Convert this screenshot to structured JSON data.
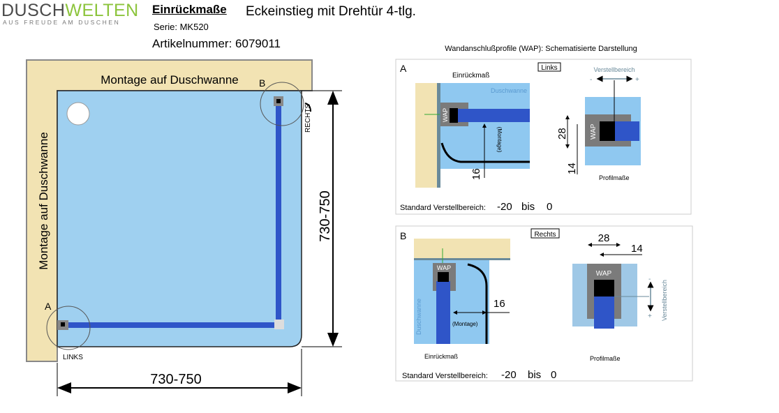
{
  "logo": {
    "brand_part1": "DUSCH",
    "brand_part2": "WELTEN",
    "tagline": "AUS FREUDE AM DUSCHEN"
  },
  "header": {
    "title": "Einrückmaße",
    "subtitle": "Eckeinstieg mit Drehtür 4-tlg.",
    "serie_label": "Serie:",
    "serie": "MK520",
    "article_label": "Artikelnummer:",
    "article": "6079011"
  },
  "main": {
    "top_wall": "Montage auf Duschwanne",
    "left_wall": "Montage auf Duschwanne",
    "corner_a": "A",
    "corner_b": "B",
    "links": "LINKS",
    "rechts": "RECHTS",
    "dim_vertical": "730-750",
    "dim_horizontal": "730-750"
  },
  "panels": {
    "heading": "Wandanschlußprofile (WAP): Schematisierte Darstellung",
    "a": {
      "letter": "A",
      "side": "Links",
      "einrueck": "Einrückmaß",
      "tray": "Duschwanne",
      "wap": "WAP",
      "montage": "(Montage)",
      "dim16": "16",
      "verstell": "Verstellbereich",
      "minus": "-",
      "plus": "+",
      "dim28": "28",
      "dim14": "14",
      "profil": "Profilmaße",
      "std_label": "Standard Verstellbereich:",
      "from": "-20",
      "bis": "bis",
      "to": "0"
    },
    "b": {
      "letter": "B",
      "side": "Rechts",
      "einrueck": "Einrückmaß",
      "tray": "Duschwanne",
      "wap": "WAP",
      "montage": "(Montage)",
      "dim16": "16",
      "verstell": "Verstellbereich",
      "minus": "-",
      "plus": "+",
      "dim28": "28",
      "dim14": "14",
      "profil": "Profilmaße",
      "std_label": "Standard Verstellbereich:",
      "from": "-20",
      "bis": "bis",
      "to": "0"
    }
  },
  "colors": {
    "wall": "#f2e3b3",
    "tray": "#9fd0f0",
    "profile": "#2f55c8",
    "wap": "#7b7b7b"
  }
}
